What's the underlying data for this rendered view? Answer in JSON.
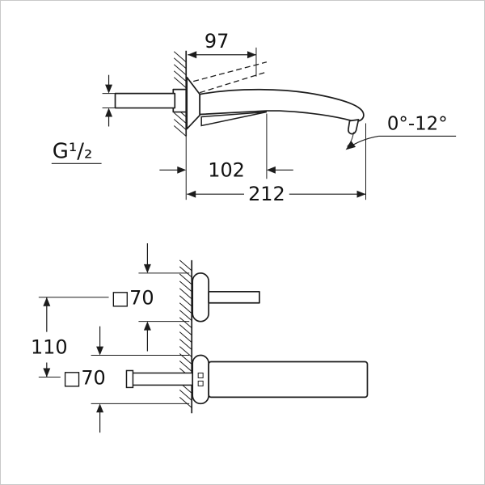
{
  "meta": {
    "background": "#ffffff",
    "line_color": "#1c1c1c",
    "border_color": "#c9c9c9"
  },
  "top_view": {
    "dim_spout_tip": "97",
    "thread_label": "G¹/₂",
    "dim_inner": "102",
    "dim_projection": "212",
    "angle_range": "0°-12°"
  },
  "bottom_view": {
    "escutcheon_top_label": "□70",
    "center_spacing": "110",
    "escutcheon_bottom_label": "□70"
  }
}
